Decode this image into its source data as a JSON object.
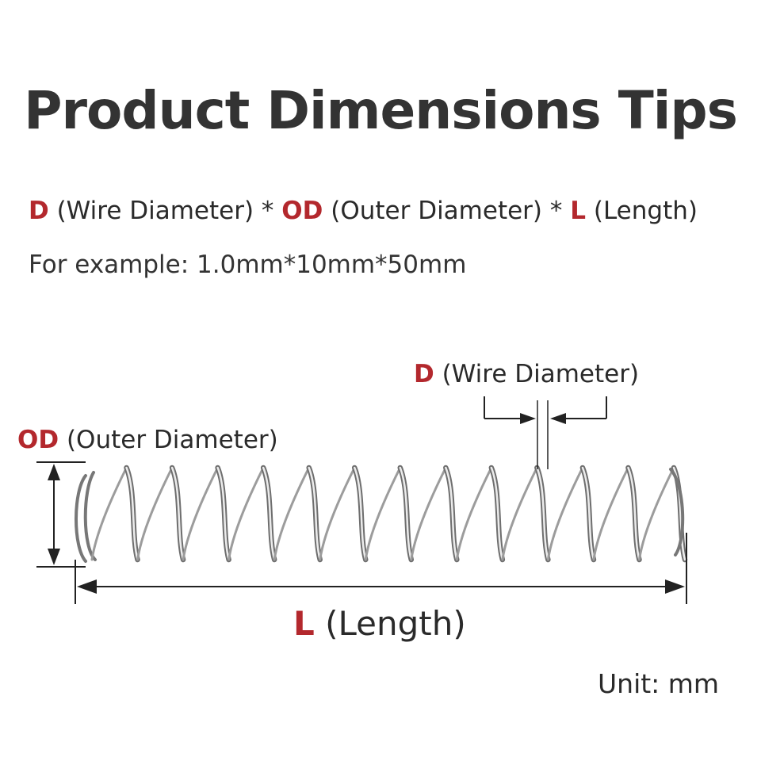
{
  "title": "Product Dimensions Tips",
  "formula": {
    "d_abbr": "D",
    "d_text": " (Wire Diameter) * ",
    "od_abbr": "OD",
    "od_text": " (Outer Diameter) * ",
    "l_abbr": "L",
    "l_text": " (Length)"
  },
  "example": "For example: 1.0mm*10mm*50mm",
  "diagram": {
    "wire_label": {
      "abbr": "D",
      "text": " (Wire Diameter)"
    },
    "od_label": {
      "abbr": "OD",
      "text": " (Outer Diameter)"
    },
    "length_label": {
      "abbr": "L",
      "text": " (Length)"
    }
  },
  "unit": "Unit: mm",
  "colors": {
    "accent": "#b3282d",
    "text": "#2b2b2b",
    "dimension_line": "#222222"
  }
}
